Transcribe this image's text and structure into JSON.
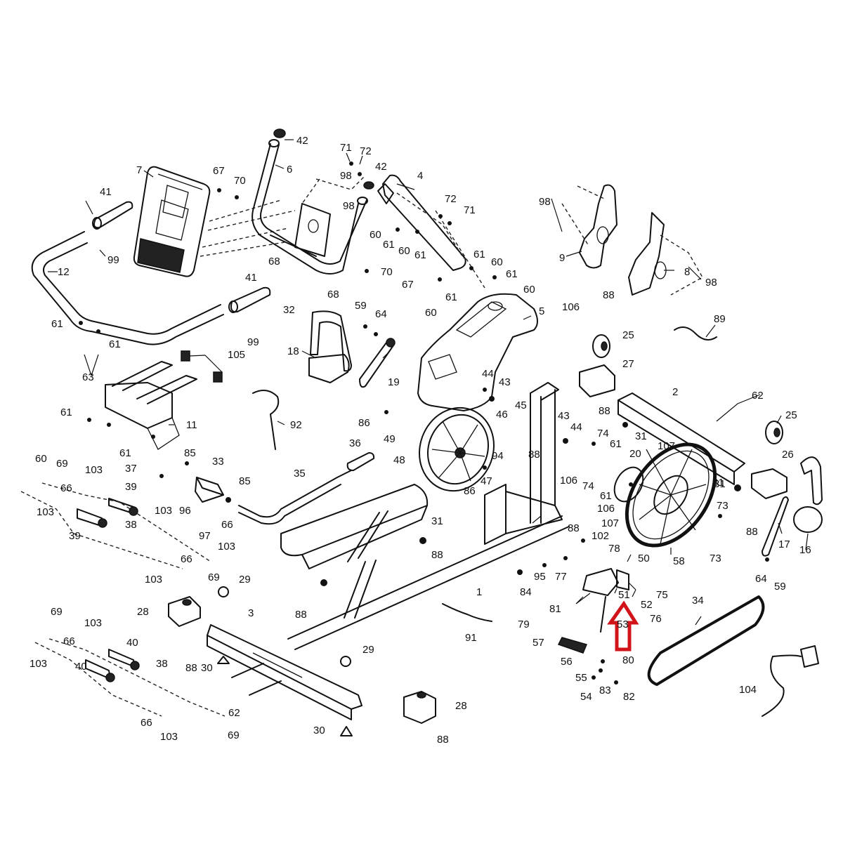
{
  "diagram": {
    "type": "exploded-parts-diagram",
    "subject": "exercise bike frame assembly",
    "highlight": {
      "part": "53",
      "color": "#d0141a",
      "shape": "arrow-up"
    },
    "labels": [
      {
        "id": "42a",
        "text": "42"
      },
      {
        "id": "6",
        "text": "6"
      },
      {
        "id": "71a",
        "text": "71"
      },
      {
        "id": "72a",
        "text": "72"
      },
      {
        "id": "42b",
        "text": "42"
      },
      {
        "id": "4",
        "text": "4"
      },
      {
        "id": "98a",
        "text": "98"
      },
      {
        "id": "98b",
        "text": "98"
      },
      {
        "id": "7",
        "text": "7"
      },
      {
        "id": "67a",
        "text": "67"
      },
      {
        "id": "70a",
        "text": "70"
      },
      {
        "id": "41a",
        "text": "41"
      },
      {
        "id": "99a",
        "text": "99"
      },
      {
        "id": "12",
        "text": "12"
      },
      {
        "id": "72b",
        "text": "72"
      },
      {
        "id": "71b",
        "text": "71"
      },
      {
        "id": "60a",
        "text": "60"
      },
      {
        "id": "61a",
        "text": "61"
      },
      {
        "id": "60b",
        "text": "60"
      },
      {
        "id": "61b",
        "text": "61"
      },
      {
        "id": "68a",
        "text": "68"
      },
      {
        "id": "68b",
        "text": "68"
      },
      {
        "id": "70b",
        "text": "70"
      },
      {
        "id": "67b",
        "text": "67"
      },
      {
        "id": "32",
        "text": "32"
      },
      {
        "id": "61c",
        "text": "61"
      },
      {
        "id": "60c",
        "text": "60"
      },
      {
        "id": "61d",
        "text": "61"
      },
      {
        "id": "60d",
        "text": "60"
      },
      {
        "id": "61e",
        "text": "61"
      },
      {
        "id": "60e",
        "text": "60"
      },
      {
        "id": "41b",
        "text": "41"
      },
      {
        "id": "99b",
        "text": "99"
      },
      {
        "id": "98c",
        "text": "98"
      },
      {
        "id": "9",
        "text": "9"
      },
      {
        "id": "8",
        "text": "8"
      },
      {
        "id": "98d",
        "text": "98"
      },
      {
        "id": "5",
        "text": "5"
      },
      {
        "id": "106a",
        "text": "106"
      },
      {
        "id": "88a",
        "text": "88"
      },
      {
        "id": "25a",
        "text": "25"
      },
      {
        "id": "89",
        "text": "89"
      },
      {
        "id": "27",
        "text": "27"
      },
      {
        "id": "61f",
        "text": "61"
      },
      {
        "id": "61g",
        "text": "61"
      },
      {
        "id": "63",
        "text": "63"
      },
      {
        "id": "105",
        "text": "105"
      },
      {
        "id": "59a",
        "text": "59"
      },
      {
        "id": "64a",
        "text": "64"
      },
      {
        "id": "18",
        "text": "18"
      },
      {
        "id": "19",
        "text": "19"
      },
      {
        "id": "44a",
        "text": "44"
      },
      {
        "id": "43a",
        "text": "43"
      },
      {
        "id": "2",
        "text": "2"
      },
      {
        "id": "62a",
        "text": "62"
      },
      {
        "id": "25b",
        "text": "25"
      },
      {
        "id": "11",
        "text": "11"
      },
      {
        "id": "92",
        "text": "92"
      },
      {
        "id": "61h",
        "text": "61"
      },
      {
        "id": "60f",
        "text": "60"
      },
      {
        "id": "61i",
        "text": "61"
      },
      {
        "id": "86a",
        "text": "86"
      },
      {
        "id": "49",
        "text": "49"
      },
      {
        "id": "45",
        "text": "45"
      },
      {
        "id": "46",
        "text": "46"
      },
      {
        "id": "43b",
        "text": "43"
      },
      {
        "id": "44b",
        "text": "44"
      },
      {
        "id": "88b",
        "text": "88"
      },
      {
        "id": "74a",
        "text": "74"
      },
      {
        "id": "61j",
        "text": "61"
      },
      {
        "id": "31a",
        "text": "31"
      },
      {
        "id": "20",
        "text": "20"
      },
      {
        "id": "107a",
        "text": "107"
      },
      {
        "id": "26",
        "text": "26"
      },
      {
        "id": "69a",
        "text": "69"
      },
      {
        "id": "103a",
        "text": "103"
      },
      {
        "id": "85a",
        "text": "85"
      },
      {
        "id": "33",
        "text": "33"
      },
      {
        "id": "36",
        "text": "36"
      },
      {
        "id": "94",
        "text": "94"
      },
      {
        "id": "88c",
        "text": "88"
      },
      {
        "id": "47",
        "text": "47"
      },
      {
        "id": "48",
        "text": "48"
      },
      {
        "id": "37",
        "text": "37"
      },
      {
        "id": "66a",
        "text": "66"
      },
      {
        "id": "39a",
        "text": "39"
      },
      {
        "id": "103b",
        "text": "103"
      },
      {
        "id": "96",
        "text": "96"
      },
      {
        "id": "66b",
        "text": "66"
      },
      {
        "id": "85b",
        "text": "85"
      },
      {
        "id": "35",
        "text": "35"
      },
      {
        "id": "86b",
        "text": "86"
      },
      {
        "id": "106b",
        "text": "106"
      },
      {
        "id": "74b",
        "text": "74"
      },
      {
        "id": "61k",
        "text": "61"
      },
      {
        "id": "103c",
        "text": "103"
      },
      {
        "id": "31b",
        "text": "31"
      },
      {
        "id": "73a",
        "text": "73"
      },
      {
        "id": "97",
        "text": "97"
      },
      {
        "id": "39b",
        "text": "39"
      },
      {
        "id": "38a",
        "text": "38"
      },
      {
        "id": "103d",
        "text": "103"
      },
      {
        "id": "66c",
        "text": "66"
      },
      {
        "id": "31c",
        "text": "31"
      },
      {
        "id": "88d",
        "text": "88"
      },
      {
        "id": "106c",
        "text": "106"
      },
      {
        "id": "107b",
        "text": "107"
      },
      {
        "id": "88e",
        "text": "88"
      },
      {
        "id": "102",
        "text": "102"
      },
      {
        "id": "78",
        "text": "78"
      },
      {
        "id": "17",
        "text": "17"
      },
      {
        "id": "16",
        "text": "16"
      },
      {
        "id": "58",
        "text": "58"
      },
      {
        "id": "73b",
        "text": "73"
      },
      {
        "id": "88f",
        "text": "88"
      },
      {
        "id": "103e",
        "text": "103"
      },
      {
        "id": "69b",
        "text": "69"
      },
      {
        "id": "29a",
        "text": "29"
      },
      {
        "id": "1",
        "text": "1"
      },
      {
        "id": "84",
        "text": "84"
      },
      {
        "id": "95",
        "text": "95"
      },
      {
        "id": "77",
        "text": "77"
      },
      {
        "id": "50",
        "text": "50"
      },
      {
        "id": "64b",
        "text": "64"
      },
      {
        "id": "59b",
        "text": "59"
      },
      {
        "id": "75",
        "text": "75"
      },
      {
        "id": "31d",
        "text": "31"
      },
      {
        "id": "88g",
        "text": "88"
      },
      {
        "id": "51",
        "text": "51"
      },
      {
        "id": "52",
        "text": "52"
      },
      {
        "id": "81",
        "text": "81"
      },
      {
        "id": "76",
        "text": "76"
      },
      {
        "id": "34",
        "text": "34"
      },
      {
        "id": "28a",
        "text": "28"
      },
      {
        "id": "3",
        "text": "3"
      },
      {
        "id": "69c",
        "text": "69"
      },
      {
        "id": "103f",
        "text": "103"
      },
      {
        "id": "66d",
        "text": "66"
      },
      {
        "id": "40a",
        "text": "40"
      },
      {
        "id": "91",
        "text": "91"
      },
      {
        "id": "79",
        "text": "79"
      },
      {
        "id": "57",
        "text": "57"
      },
      {
        "id": "29b",
        "text": "29"
      },
      {
        "id": "38b",
        "text": "38"
      },
      {
        "id": "103g",
        "text": "103"
      },
      {
        "id": "88h",
        "text": "88"
      },
      {
        "id": "56",
        "text": "56"
      },
      {
        "id": "80",
        "text": "80"
      },
      {
        "id": "30a",
        "text": "30"
      },
      {
        "id": "40b",
        "text": "40"
      },
      {
        "id": "55",
        "text": "55"
      },
      {
        "id": "83",
        "text": "83"
      },
      {
        "id": "54",
        "text": "54"
      },
      {
        "id": "82",
        "text": "82"
      },
      {
        "id": "104",
        "text": "104"
      },
      {
        "id": "62b",
        "text": "62"
      },
      {
        "id": "28b",
        "text": "28"
      },
      {
        "id": "66e",
        "text": "66"
      },
      {
        "id": "103h",
        "text": "103"
      },
      {
        "id": "69d",
        "text": "69"
      },
      {
        "id": "30b",
        "text": "30"
      },
      {
        "id": "88i",
        "text": "88"
      },
      {
        "id": "53",
        "text": "53"
      }
    ]
  }
}
